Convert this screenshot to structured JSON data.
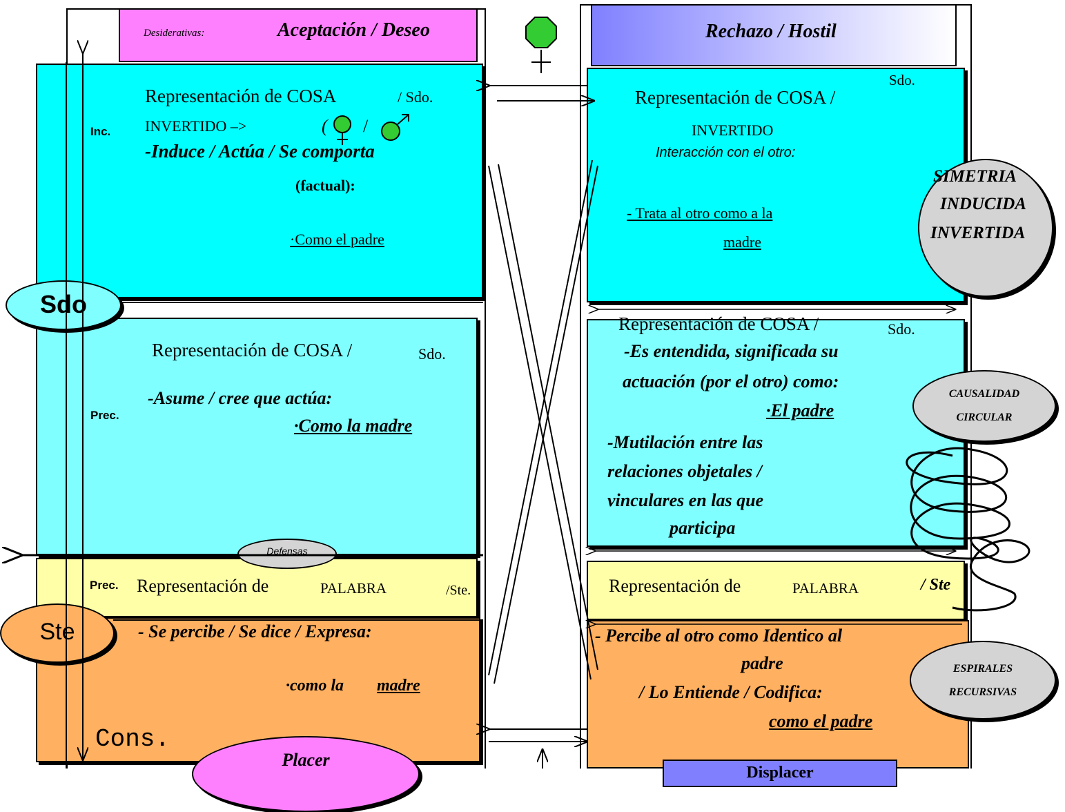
{
  "colors": {
    "cyan": "#00ffff",
    "light_cyan": "#7fffff",
    "yellow": "#ffffa8",
    "orange": "#ffb060",
    "magenta": "#ff80ff",
    "gray": "#d4d4d4",
    "green": "#33cc33",
    "blue_gradient": "#8080ff"
  },
  "left": {
    "header": {
      "small": "Desiderativas:",
      "title": "Aceptación / Deseo"
    },
    "inc_label": "Inc.",
    "box1": {
      "title": "Representación de COSA",
      "title_suffix": "/ Sdo.",
      "line2": "INVERTIDO –>",
      "paren": "(",
      "slash": "/",
      "line3": "-Induce / Actúa / Se comporta",
      "line4": "(factual):",
      "line5": "·Como el padre"
    },
    "box2": {
      "title": "Representación de COSA /",
      "title_suffix": "Sdo.",
      "line2": "-Asume / cree que actúa:",
      "line3": "·Como la madre"
    },
    "prec_label": "Prec.",
    "defensas": "Defensas",
    "palabra_box": {
      "prec": "Prec.",
      "text": "Representación de",
      "word": "PALABRA",
      "suffix": "/Ste."
    },
    "orange_box": {
      "line1": "- Se percibe / Se dice / Expresa:",
      "line2": "·como la",
      "line2b": "madre",
      "cons": "Cons."
    },
    "sdo_ellipse": "Sdo",
    "ste_ellipse": "Ste",
    "placer": "Placer"
  },
  "center": {
    "female_symbol": "♀"
  },
  "right": {
    "header": {
      "title": "Rechazo / Hostil"
    },
    "box1": {
      "title": "Representación de COSA /",
      "title_suffix": "Sdo.",
      "line2": "INVERTIDO",
      "line3": "Interacción con el otro:",
      "line4": "- Trata al otro como a la",
      "line5": "madre"
    },
    "box2": {
      "title": "Representación de COSA /",
      "title_suffix": "Sdo.",
      "line2": "-Es entendida, significada su",
      "line3": "actuación (por el otro) como:",
      "line4": "·El padre",
      "line5": "-Mutilación entre las",
      "line6": "relaciones objetales /",
      "line7": "vinculares en las que",
      "line8": "participa"
    },
    "palabra_box": {
      "text": "Representación de",
      "word": "PALABRA",
      "suffix": "/ Ste"
    },
    "orange_box": {
      "line1": "- Percibe al otro como Identico al",
      "line2": "padre",
      "line3": "/ Lo Entiende / Codifica:",
      "line4": "como el padre",
      "bottom_label": "Displacer"
    },
    "ellipse1": {
      "line1": "SIMETRIA",
      "line2": "INDUCIDA",
      "line3": "INVERTIDA"
    },
    "ellipse2": {
      "line1": "CAUSALIDAD",
      "line2": "CIRCULAR"
    },
    "ellipse3": {
      "line1": "ESPIRALES",
      "line2": "RECURSIVAS"
    }
  }
}
